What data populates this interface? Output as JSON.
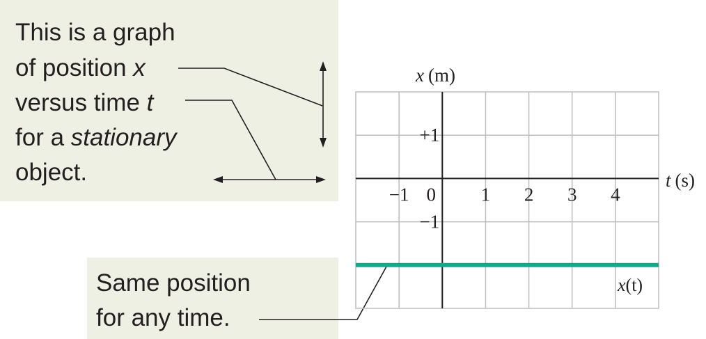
{
  "callouts": {
    "top": {
      "lines": [
        "This is a graph",
        "of position ",
        "versus time ",
        "for a ",
        "object."
      ],
      "var_x": "x",
      "var_t": "t",
      "stationary": "stationary"
    },
    "bottom": {
      "lines": [
        "Same position",
        "for any time."
      ]
    }
  },
  "chart_data": {
    "type": "line",
    "ylabel_var": "x",
    "ylabel_unit": "(m)",
    "xlabel_var": "t",
    "xlabel_unit": "(s)",
    "x_ticks": [
      "−1",
      "0",
      "1",
      "2",
      "3",
      "4"
    ],
    "x_tick_values": [
      -1,
      0,
      1,
      2,
      3,
      4
    ],
    "y_ticks": [
      "+1",
      "−1"
    ],
    "y_tick_values": [
      1,
      -1
    ],
    "xlim": [
      -2,
      5
    ],
    "ylim": [
      -3,
      2
    ],
    "grid": true,
    "series": [
      {
        "name": "x(t)",
        "name_var": "x",
        "name_arg": "(t)",
        "x": [
          -2,
          5
        ],
        "y": [
          -2,
          -2
        ],
        "color": "#12a98b"
      }
    ]
  },
  "colors": {
    "callout_bg": "#eef0e3",
    "axis": "#231f20",
    "grid": "#bdbdbd",
    "series": "#12a98b"
  }
}
